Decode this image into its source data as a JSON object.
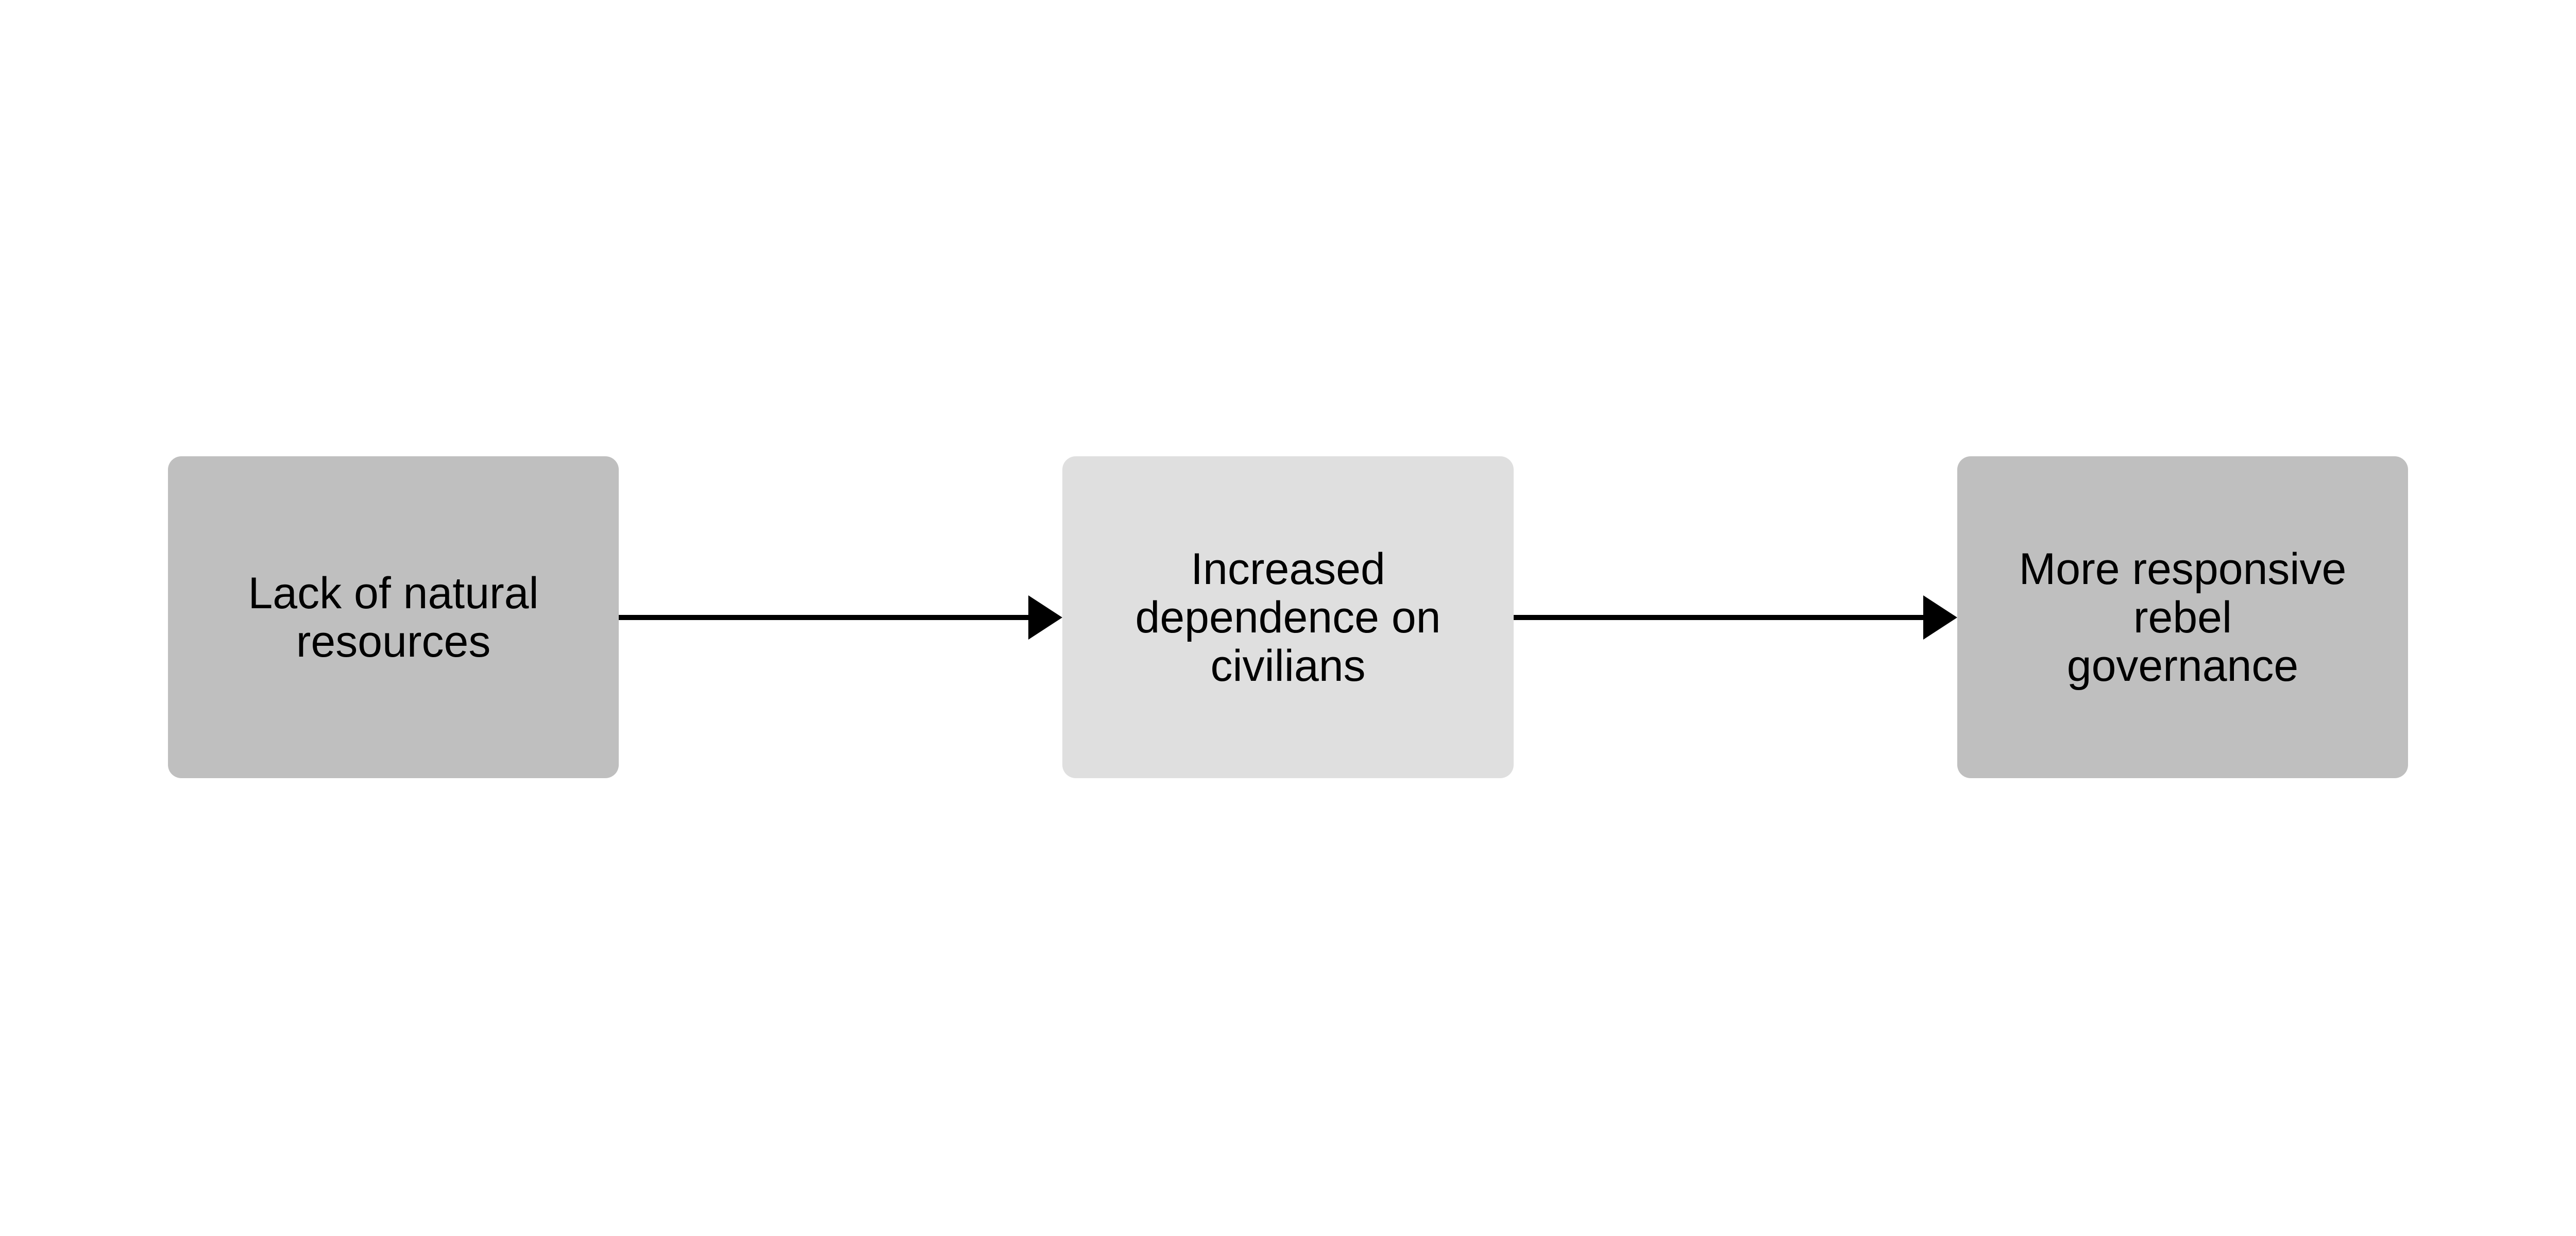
{
  "diagram": {
    "type": "flowchart",
    "direction": "left-to-right",
    "nodes": [
      {
        "id": "n1",
        "label": "Lack of natural\nresources",
        "color": "#bfbfbf"
      },
      {
        "id": "n2",
        "label": "Increased\ndependence on\ncivilians",
        "color": "#dfdfdf"
      },
      {
        "id": "n3",
        "label": "More responsive\nrebel\ngovernance",
        "color": "#bfbfbf"
      }
    ],
    "edges": [
      {
        "from": "n1",
        "to": "n2"
      },
      {
        "from": "n2",
        "to": "n3"
      }
    ],
    "edge_color": "#000000"
  }
}
